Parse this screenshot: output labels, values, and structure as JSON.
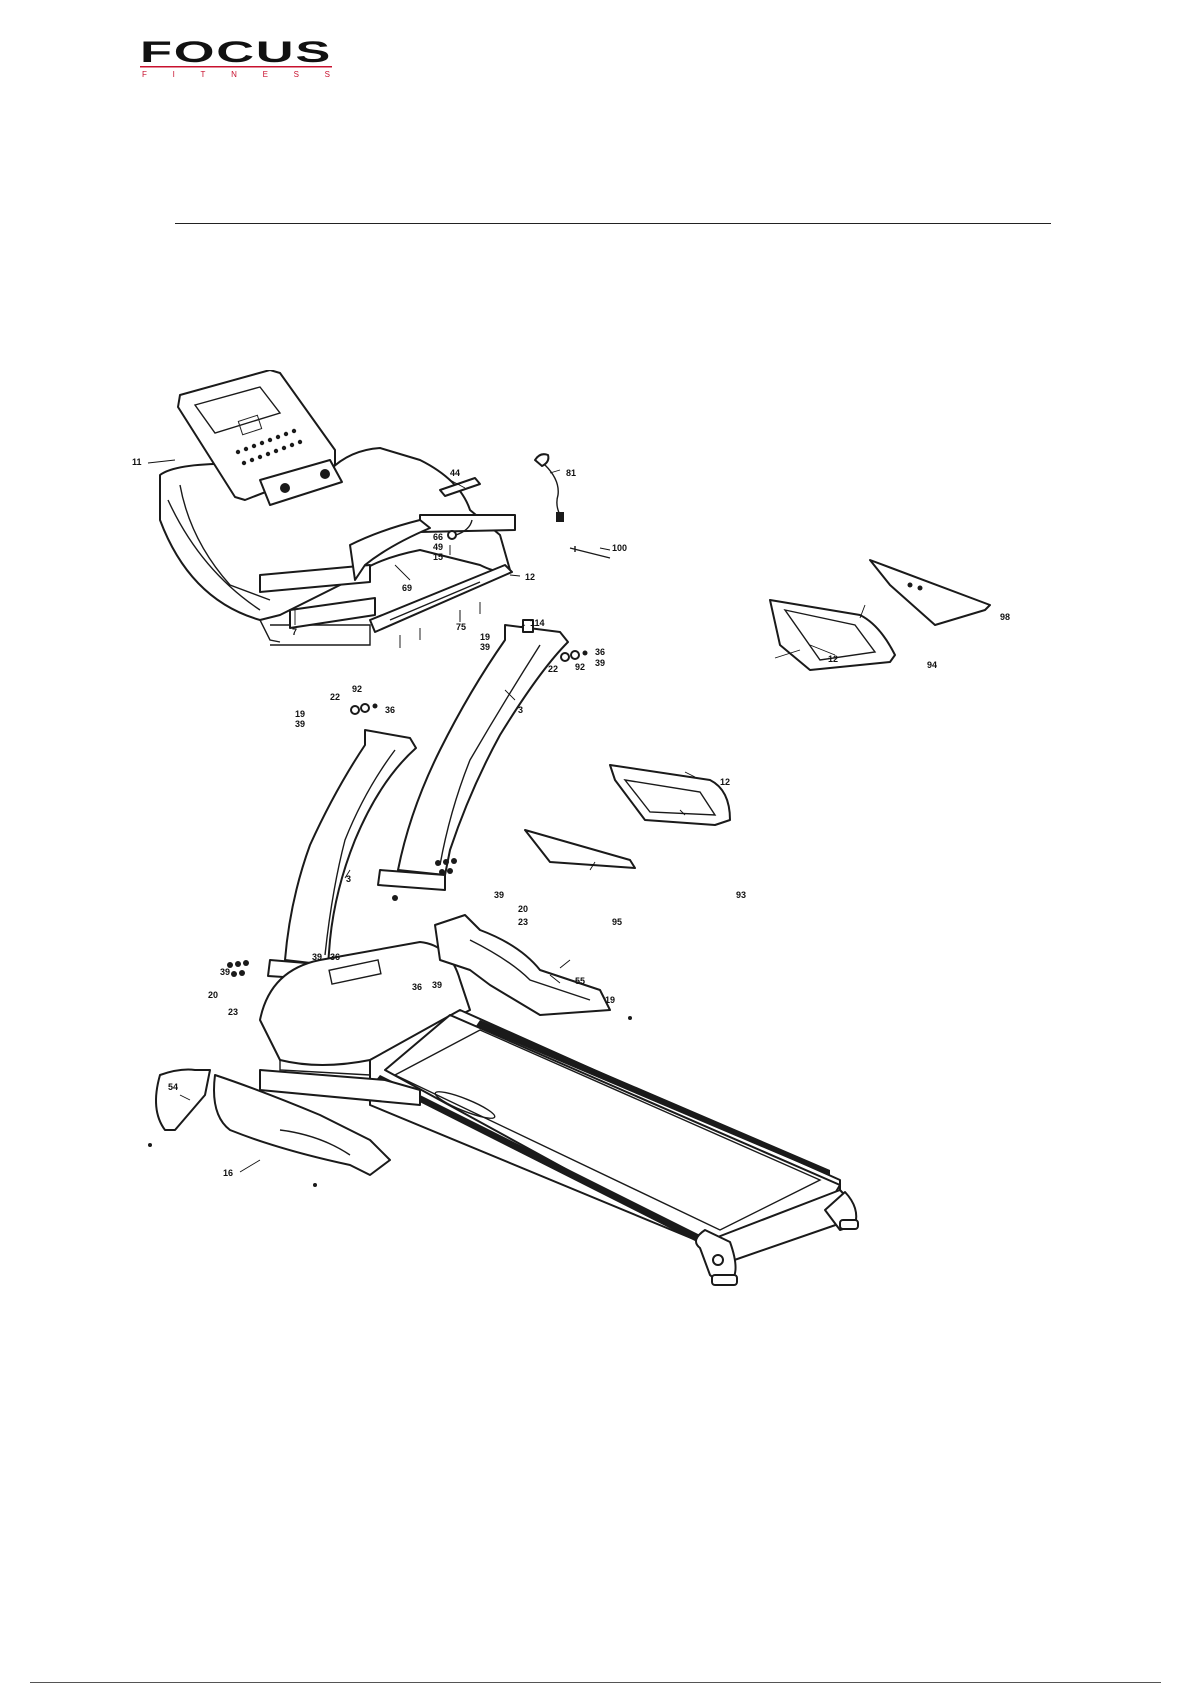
{
  "brand": {
    "name": "FOCUS",
    "tagline": "FITNESS",
    "colors": {
      "primary": "#111111",
      "accent": "#c8102e"
    }
  },
  "diagram": {
    "labels": {
      "l11": "11",
      "l44": "44",
      "l81": "81",
      "l100": "100",
      "l66": "66",
      "l49": "49",
      "l15": "15",
      "l69": "69",
      "l12a": "12",
      "l75": "75",
      "l7": "7",
      "l114": "114",
      "l19a": "19",
      "l39a": "39",
      "l36a": "36",
      "l39b": "39",
      "l22a": "22",
      "l92a": "92",
      "l92b": "92",
      "l22b": "22",
      "l36b": "36",
      "l19b": "19",
      "l39c": "39",
      "l3a": "3",
      "l3b": "3",
      "l98": "98",
      "l12b": "12",
      "l94": "94",
      "l12c": "12",
      "l93": "93",
      "l95": "95",
      "l39d": "39",
      "l20a": "20",
      "l23a": "23",
      "l36c": "36",
      "l39e": "39",
      "l39f": "39",
      "l36d": "36",
      "l39g": "39",
      "l20b": "20",
      "l23b": "23",
      "l55": "55",
      "l19c": "19",
      "l54": "54",
      "l16": "16"
    }
  }
}
